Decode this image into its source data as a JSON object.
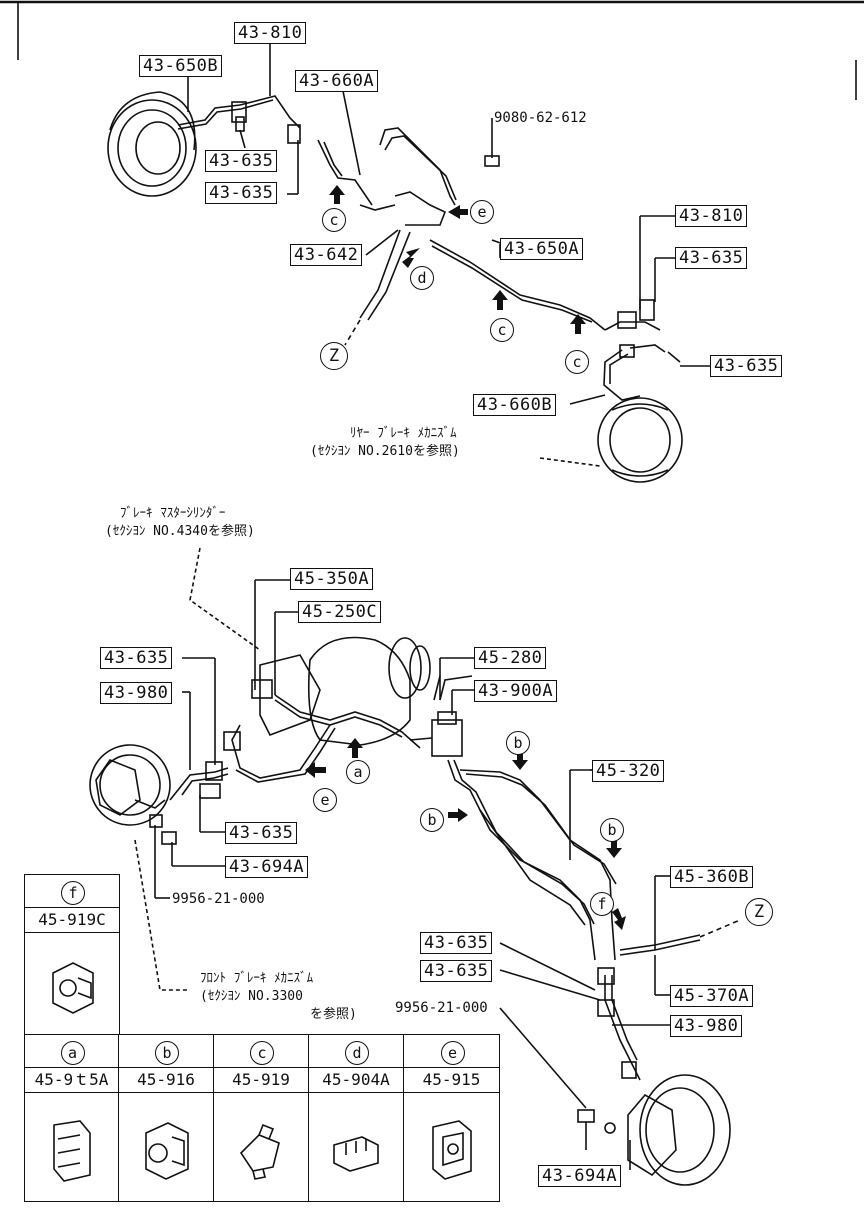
{
  "parts": {
    "p_43_810_top": "43-810",
    "p_43_650B": "43-650B",
    "p_43_660A": "43-660A",
    "p_43_635_a": "43-635",
    "p_43_635_b": "43-635",
    "p_43_642": "43-642",
    "p_43_650A": "43-650A",
    "p_43_810_right": "43-810",
    "p_43_635_right1": "43-635",
    "p_43_635_right2": "43-635",
    "p_43_660B": "43-660B",
    "p_45_350A": "45-350A",
    "p_45_250C": "45-250C",
    "p_43_635_left": "43-635",
    "p_43_980_left": "43-980",
    "p_45_280": "45-280",
    "p_43_900A": "43-900A",
    "p_45_320": "45-320",
    "p_43_635_mid": "43-635",
    "p_43_694A_left": "43-694A",
    "p_45_360B": "45-360B",
    "p_43_635_low1": "43-635",
    "p_43_635_low2": "43-635",
    "p_45_370A": "45-370A",
    "p_43_980_right": "43-980",
    "p_43_694A_bottom": "43-694A"
  },
  "plain_codes": {
    "bolt_top": "9080-62-612",
    "bolt_left": "9956-21-000",
    "bolt_right": "9956-21-000"
  },
  "notes": {
    "rear_line1": "ﾘﾔｰ ﾌﾞﾚｰｷ ﾒｶﾆｽﾞﾑ",
    "rear_line2": "(ｾｸｼﾖﾝ NO.2610を参照)",
    "master_line1": "ﾌﾞﾚｰｷ ﾏｽﾀｰｼﾘﾝﾀﾞｰ",
    "master_line2": "(ｾｸｼﾖﾝ NO.4340を参照)",
    "front_line1": "ﾌﾛﾝﾄ ﾌﾞﾚｰｷ ﾒｶﾆｽﾞﾑ",
    "front_line2": "(ｾｸｼﾖﾝ NO.3300",
    "front_line3": "を参照)"
  },
  "callouts": {
    "c1": "c",
    "e1": "e",
    "d1": "d",
    "z1": "Z",
    "c2": "c",
    "c3": "c",
    "a1": "a",
    "e2": "e",
    "b1": "b",
    "b2": "b",
    "b3": "b",
    "f1": "f",
    "z2": "Z"
  },
  "legend": {
    "items": [
      {
        "letter": "f",
        "code": "45-919C"
      },
      {
        "letter": "a",
        "code": "45-9ｔ5A"
      },
      {
        "letter": "b",
        "code": "45-916"
      },
      {
        "letter": "c",
        "code": "45-919"
      },
      {
        "letter": "d",
        "code": "45-904A"
      },
      {
        "letter": "e",
        "code": "45-915"
      }
    ]
  }
}
